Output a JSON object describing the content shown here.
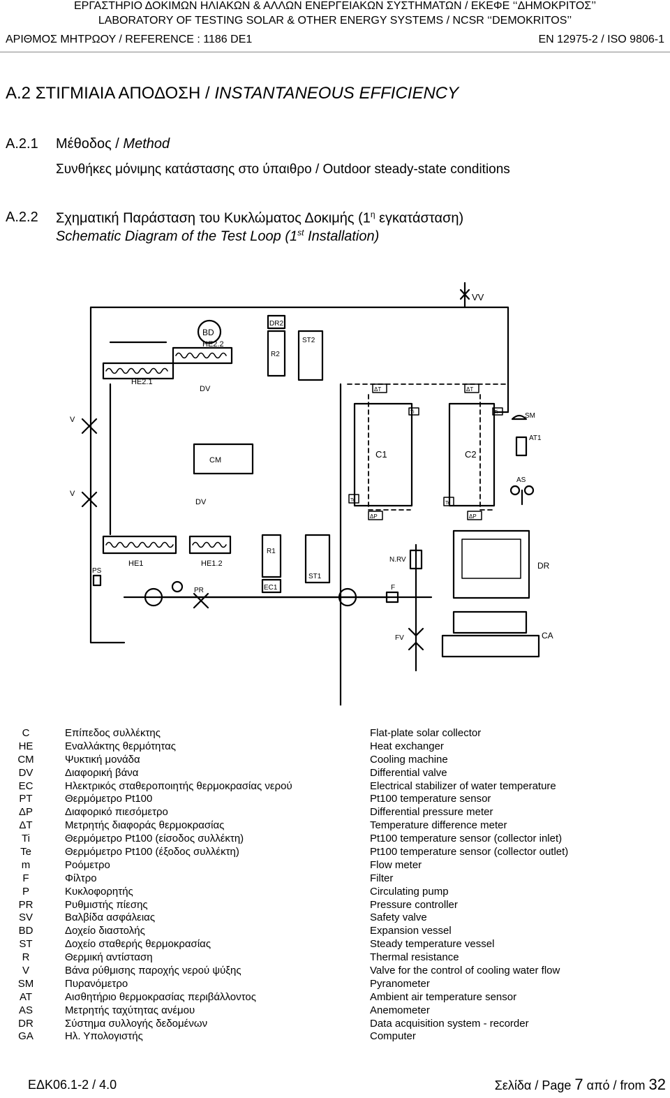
{
  "header": {
    "line1": "ΕΡΓΑΣΤΗΡΙΟ ΔΟΚΙΜΩΝ ΗΛΙΑΚΩΝ & ΑΛΛΩΝ ΕΝΕΡΓΕΙΑΚΩΝ ΣΥΣΤΗΜΑΤΩΝ / ΕΚΕΦΕ ‘‘ΔΗΜΟΚΡΙΤΟΣ’’",
    "line2": "LABORATORY OF TESTING SOLAR & OTHER ENERGY SYSTEMS / NCSR ‘‘DEMOKRITOS’’",
    "reference": "ΑΡΙΘΜΟΣ ΜΗΤΡΩΟΥ / REFERENCE : 1186 DE1",
    "standard": "EN 12975-2 / ISO 9806-1"
  },
  "section": {
    "number": "A.2",
    "title_gr": "ΣΤΙΓΜΙΑΙΑ ΑΠΟΔΟΣΗ /",
    "title_en": "INSTANTANEOUS EFFICIENCY"
  },
  "sub1": {
    "number": "A.2.1",
    "title_gr": "Μέθοδος /",
    "title_en": "Method",
    "line": "Συνθήκες μόνιμης κατάστασης στο ύπαιθρο / Outdoor steady-state conditions"
  },
  "sub2": {
    "number": "A.2.2",
    "title_gr_a": "Σχηματική Παράσταση του Κυκλώματος Δοκιμής (1",
    "title_gr_sup": "η",
    "title_gr_b": " εγκατάσταση)",
    "title_en_a": "Schematic Diagram of the Test Loop (1",
    "title_en_sup": "st",
    "title_en_b": " Installation)"
  },
  "diagram": {
    "labels": {
      "vv": "VV",
      "bd": "BD",
      "dr2": "DR2",
      "st2": "ST2",
      "r2": "R2",
      "he22": "HE2.2",
      "he21": "HE2.1",
      "dv": "DV",
      "v1": "V",
      "v2": "V",
      "cm": "CM",
      "dv2": "DV",
      "he1": "HE1",
      "he12": "HE1.2",
      "r1": "R1",
      "ec1": "EC1",
      "st1": "ST1",
      "ps": "PS",
      "pr": "PR",
      "nrv": "N.RV",
      "f": "F",
      "fv": "FV",
      "c1": "C1",
      "c2": "C2",
      "sm": "SM",
      "at1": "AT1",
      "as": "AS",
      "dr": "DR",
      "ca": "CA",
      "dt1": "ΔT",
      "dt2": "ΔT",
      "ti1": "Ti",
      "ti2": "Ti",
      "te1": "Te",
      "te2": "Te",
      "dp1": "ΔP",
      "dp2": "ΔP"
    }
  },
  "legend": {
    "codes": [
      "C",
      "HE",
      "CM",
      "DV",
      "EC",
      "PT",
      "ΔP",
      "ΔT",
      "Ti",
      "Te",
      "m",
      "F",
      "P",
      "PR",
      "SV",
      "BD",
      "ST",
      "R",
      "V",
      "SM",
      "AT",
      "AS",
      "DR",
      "GA"
    ],
    "greek": [
      "Επίπεδος συλλέκτης",
      "Εναλλάκτης θερμότητας",
      "Ψυκτική μονάδα",
      "Διαφορική βάνα",
      "Ηλεκτρικός σταθεροποιητής θερμοκρασίας νερού",
      "Θερμόμετρο Pt100",
      "Διαφορικό πιεσόμετρο",
      "Μετρητής διαφοράς θερμοκρασίας",
      "Θερμόμετρο Pt100 (είσοδος συλλέκτη)",
      "Θερμόμετρο Pt100 (έξοδος συλλέκτη)",
      "Ροόμετρο",
      "Φίλτρο",
      "Κυκλοφορητής",
      "Ρυθμιστής πίεσης",
      "Βαλβίδα ασφάλειας",
      "Δοχείο διαστολής",
      "Δοχείο σταθερής θερμοκρασίας",
      "Θερμική αντίσταση",
      "Βάνα ρύθμισης παροχής νερού ψύξης",
      "Πυρανόμετρο",
      "Αισθητήριο θερμοκρασίας περιβάλλοντος",
      "Μετρητής ταχύτητας ανέμου",
      "Σύστημα συλλογής δεδομένων",
      "Ηλ. Υπολογιστής"
    ],
    "english": [
      "Flat-plate solar collector",
      "Heat exchanger",
      "Cooling machine",
      "Differential valve",
      "Electrical stabilizer of water temperature",
      "Pt100 temperature sensor",
      "Differential pressure meter",
      "Temperature difference meter",
      "Pt100 temperature sensor (collector inlet)",
      "Pt100 temperature sensor (collector outlet)",
      "Flow meter",
      "Filter",
      "Circulating pump",
      "Pressure controller",
      "Safety valve",
      "Expansion vessel",
      "Steady temperature vessel",
      "Thermal resistance",
      "Valve for the control of cooling water flow",
      "Pyranometer",
      "Ambient air temperature sensor",
      "Anemometer",
      "Data acquisition system - recorder",
      "Computer"
    ]
  },
  "footer": {
    "doc_code": "ΕΔΚ06.1-2 / 4.0",
    "page_label": "Σελίδα / Page",
    "page_num": "7",
    "from_label": "από / from",
    "total": "32"
  }
}
